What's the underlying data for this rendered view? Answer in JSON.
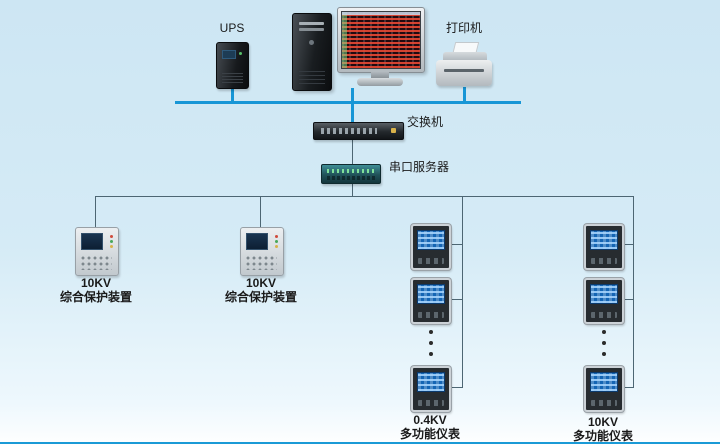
{
  "colors": {
    "background": "#d2e9f5",
    "trunk_line": "#1796d6",
    "branch_line": "#4d6673",
    "label_text": "#1a1a1a"
  },
  "diagram": {
    "ups_label": "UPS",
    "printer_label": "打印机",
    "switch_label": "交换机",
    "serial_server_label": "串口服务器",
    "protection_1": {
      "voltage": "10KV",
      "name": "综合保护装置"
    },
    "protection_2": {
      "voltage": "10KV",
      "name": "综合保护装置"
    },
    "meter_col_1": {
      "voltage": "0.4KV",
      "name": "多功能仪表"
    },
    "meter_col_2": {
      "voltage": "10KV",
      "name": "多功能仪表"
    }
  }
}
